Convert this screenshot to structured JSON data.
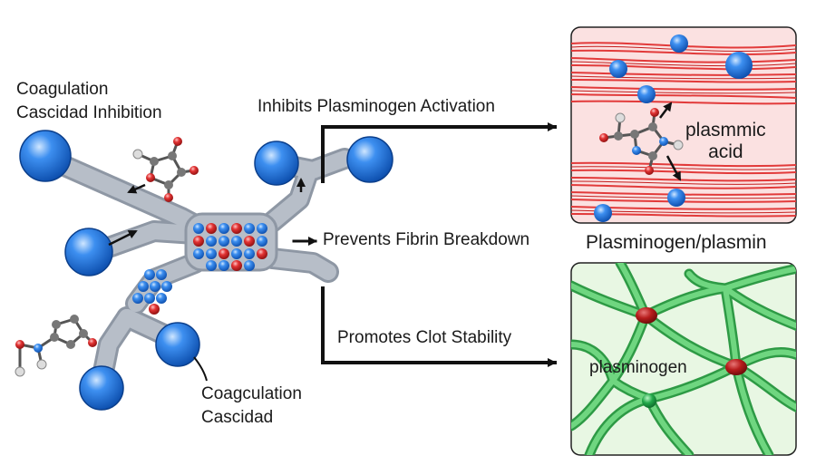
{
  "labels": {
    "coag_inhibition_line1": "Coagulation",
    "coag_inhibition_line2": "Cascidad Inhibition",
    "coag_cascade_line1": "Coagculation",
    "coag_cascade_line2": "Cascidad",
    "inhibits": "Inhibits Plasminogen Activation",
    "prevents": "Prevents Fibrin Breakdown",
    "promotes": "Promotes Clot Stability",
    "plasminogen_plasmin": "Plasminogen/plasmin",
    "plasmmic_line1": "plasmmic",
    "plasmmic_line2": "acid",
    "plasminogen": "plasminogen"
  },
  "colors": {
    "molecule_blue": "#1d6fd6",
    "molecule_red": "#d92b2b",
    "scaffold_gray": "#a9b1bd",
    "fibrin_red": "#e23a3a",
    "panel_red_bg": "#fbe3e3",
    "mesh_green": "#4cc45e",
    "panel_green_bg": "#e7f6e2",
    "arrow": "#111111"
  }
}
